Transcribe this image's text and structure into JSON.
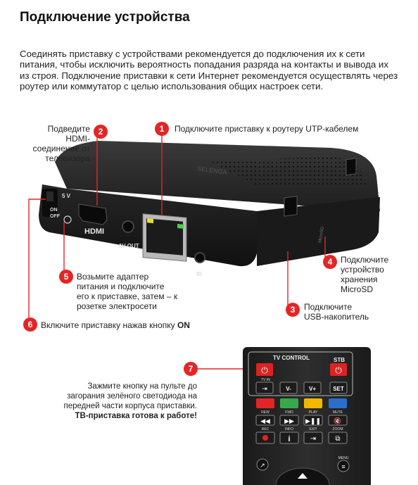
{
  "heading": "Подключение устройства",
  "intro": "Соединять приставку с устройствами рекомендуется до подключения их к сети питания, чтобы исключить вероятность попадания разряда на контакты и вывода их из строя. Подключение приставки к сети Интернет рекомендуется осуществлять через роутер или коммутатор с целью использования общих настроек сети.",
  "callouts": [
    {
      "num": "1",
      "text": "Подключите приставку к роутеру UTP-кабелем"
    },
    {
      "num": "2",
      "text": "Подведите HDMI-соединение от телевизора"
    },
    {
      "num": "3",
      "text": "Подключите USB-накопитель"
    },
    {
      "num": "4",
      "text": "Подключите устройство хранения MicroSD"
    },
    {
      "num": "5",
      "text": "Возьмите адаптер питания и подключите его к приставке, затем – к розетке электросети"
    },
    {
      "num": "6",
      "text_before": "Включите приставку нажав кнопку",
      "text_bold": "ON"
    },
    {
      "num": "7",
      "text": "Зажмите кнопку на пульте до загорания зелёного светодиода на передней части корпуса приставки.",
      "text_bold": "ТВ-приставка готова к работе!"
    }
  ],
  "device": {
    "brand": "SELENGA",
    "port_labels": {
      "hdmi": "HDMI",
      "av": "AV OUT",
      "ir": "IR",
      "power": "5 V",
      "switch_on": "ON",
      "switch_off": "OFF",
      "microsd": "MicroSD"
    }
  },
  "remote": {
    "tv_control": "TV CONTROL",
    "stb": "STB",
    "tv_in": "TV IN",
    "vol_down": "V-",
    "vol_up": "V+",
    "set": "SET",
    "color_labels": [
      "REW",
      "FWD",
      "PLAY",
      "MUTE"
    ],
    "row_labels": [
      "REC",
      "INFO",
      "EXIT",
      "ZOOM"
    ],
    "menu": "MENU",
    "colors": {
      "red": "#e32526",
      "green": "#3aa84a",
      "yellow": "#f2b800",
      "blue": "#2a6fc9"
    }
  }
}
